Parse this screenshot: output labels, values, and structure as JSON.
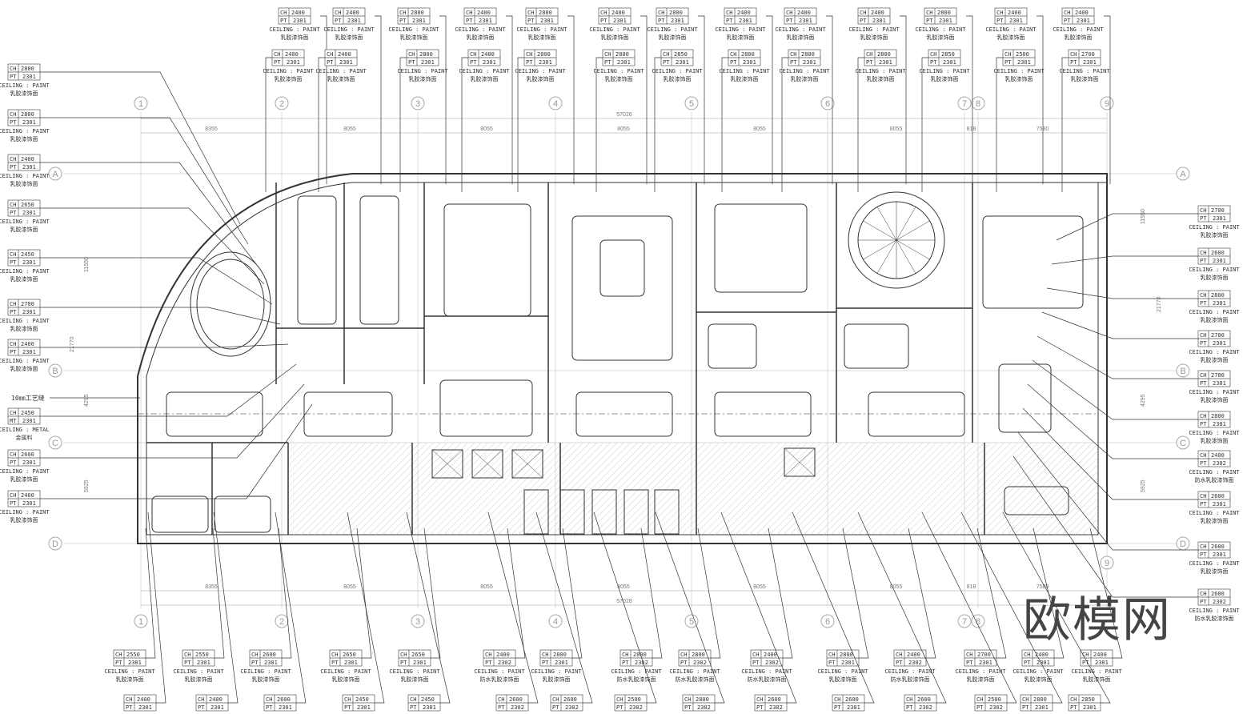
{
  "watermark": "欧模网",
  "colors": {
    "line": "#333333",
    "grid": "#bbbbbb",
    "hatch": "#cccccc"
  },
  "axes_columns": [
    "1",
    "2",
    "3",
    "4",
    "5",
    "6",
    "7",
    "8",
    "9"
  ],
  "axes_rows": [
    "A",
    "B",
    "C",
    "D"
  ],
  "dims_top": {
    "total": "57026",
    "segments": [
      "8355",
      "8055",
      "8055",
      "8055",
      "8055",
      "8055",
      "818",
      "7580"
    ]
  },
  "dims_bottom": {
    "total": "57028",
    "segments": [
      "8355",
      "8055",
      "8055",
      "8055",
      "8055",
      "8055",
      "818",
      "7580"
    ]
  },
  "dims_side": [
    "11550",
    "21770",
    "4295",
    "5925"
  ],
  "note_left": "10㎜工艺缝",
  "tags_top_1": [
    {
      "ch": "2400",
      "code": "PT",
      "num": "2301",
      "en": "CEILING : PAINT",
      "cn": "乳胶漆饰面"
    },
    {
      "ch": "2400",
      "code": "PT",
      "num": "2301",
      "en": "CEILING : PAINT",
      "cn": "乳胶漆饰面"
    },
    {
      "ch": "2800",
      "code": "PT",
      "num": "2301",
      "en": "CEILING : PAINT",
      "cn": "乳胶漆饰面"
    },
    {
      "ch": "2400",
      "code": "PT",
      "num": "2301",
      "en": "CEILING : PAINT",
      "cn": "乳胶漆饰面"
    },
    {
      "ch": "2800",
      "code": "PT",
      "num": "2301",
      "en": "CEILING : PAINT",
      "cn": "乳胶漆饰面"
    },
    {
      "ch": "2400",
      "code": "PT",
      "num": "2301",
      "en": "CEILING : PAINT",
      "cn": "乳胶漆饰面"
    },
    {
      "ch": "2800",
      "code": "PT",
      "num": "2301",
      "en": "CEILING : PAINT",
      "cn": "乳胶漆饰面"
    },
    {
      "ch": "2400",
      "code": "PT",
      "num": "2301",
      "en": "CEILING : PAINT",
      "cn": "乳胶漆饰面"
    },
    {
      "ch": "2400",
      "code": "PT",
      "num": "2301",
      "en": "CEILING : PAINT",
      "cn": "乳胶漆饰面"
    },
    {
      "ch": "2400",
      "code": "PT",
      "num": "2301",
      "en": "CEILING : PAINT",
      "cn": "乳胶漆饰面"
    },
    {
      "ch": "2800",
      "code": "PT",
      "num": "2301",
      "en": "CEILING : PAINT",
      "cn": "乳胶漆饰面"
    },
    {
      "ch": "2400",
      "code": "PT",
      "num": "2301",
      "en": "CEILING : PAINT",
      "cn": "乳胶漆饰面"
    },
    {
      "ch": "2400",
      "code": "PT",
      "num": "2301",
      "en": "CEILING : PAINT",
      "cn": "乳胶漆饰面"
    }
  ],
  "tags_top_2": [
    {
      "ch": "2400",
      "code": "PT",
      "num": "2301",
      "en": "CEILING : PAINT",
      "cn": "乳胶漆饰面"
    },
    {
      "ch": "2400",
      "code": "PT",
      "num": "2301",
      "en": "CEILING : PAINT",
      "cn": "乳胶漆饰面"
    },
    {
      "ch": "2800",
      "code": "PT",
      "num": "2301",
      "en": "CEILING : PAINT",
      "cn": "乳胶漆饰面"
    },
    {
      "ch": "2400",
      "code": "PT",
      "num": "2301",
      "en": "CEILING : PAINT",
      "cn": "乳胶漆饰面"
    },
    {
      "ch": "2800",
      "code": "PT",
      "num": "2301",
      "en": "CEILING : PAINT",
      "cn": "乳胶漆饰面"
    },
    {
      "ch": "2800",
      "code": "PT",
      "num": "2301",
      "en": "CEILING : PAINT",
      "cn": "乳胶漆饰面"
    },
    {
      "ch": "2850",
      "code": "PT",
      "num": "2301",
      "en": "CEILING : PAINT",
      "cn": "乳胶漆饰面"
    },
    {
      "ch": "2800",
      "code": "PT",
      "num": "2301",
      "en": "CEILING : PAINT",
      "cn": "乳胶漆饰面"
    },
    {
      "ch": "2800",
      "code": "PT",
      "num": "2301",
      "en": "CEILING : PAINT",
      "cn": "乳胶漆饰面"
    },
    {
      "ch": "2800",
      "code": "PT",
      "num": "2301",
      "en": "CEILING : PAINT",
      "cn": "乳胶漆饰面"
    },
    {
      "ch": "2850",
      "code": "PT",
      "num": "2301",
      "en": "CEILING : PAINT",
      "cn": "乳胶漆饰面"
    },
    {
      "ch": "2500",
      "code": "PT",
      "num": "2301",
      "en": "CEILING : PAINT",
      "cn": "乳胶漆饰面"
    },
    {
      "ch": "2700",
      "code": "PT",
      "num": "2301",
      "en": "CEILING : PAINT",
      "cn": "乳胶漆饰面"
    }
  ],
  "tags_left": [
    {
      "ch": "2800",
      "code": "PT",
      "num": "2301",
      "en": "CEILING : PAINT",
      "cn": "乳胶漆饰面"
    },
    {
      "ch": "2800",
      "code": "PT",
      "num": "2301",
      "en": "CEILING : PAINT",
      "cn": "乳胶漆饰面"
    },
    {
      "ch": "2400",
      "code": "PT",
      "num": "2301",
      "en": "CEILING : PAINT",
      "cn": "乳胶漆饰面"
    },
    {
      "ch": "2650",
      "code": "PT",
      "num": "2301",
      "en": "CEILING : PAINT",
      "cn": "乳胶漆饰面"
    },
    {
      "ch": "2450",
      "code": "PT",
      "num": "2301",
      "en": "CEILING : PAINT",
      "cn": "乳胶漆饰面"
    },
    {
      "ch": "2700",
      "code": "PT",
      "num": "2301",
      "en": "CEILING : PAINT",
      "cn": "乳胶漆饰面"
    },
    {
      "ch": "2400",
      "code": "PT",
      "num": "2301",
      "en": "CEILING : PAINT",
      "cn": "乳胶漆饰面"
    },
    {
      "ch": "2450",
      "code": "MT",
      "num": "2301",
      "en": "CEILING : METAL",
      "cn": "金属料"
    },
    {
      "ch": "2600",
      "code": "PT",
      "num": "2301",
      "en": "CEILING : PAINT",
      "cn": "乳胶漆饰面"
    },
    {
      "ch": "2400",
      "code": "PT",
      "num": "2301",
      "en": "CEILING : PAINT",
      "cn": "乳胶漆饰面"
    }
  ],
  "tags_right": [
    {
      "ch": "2700",
      "code": "PT",
      "num": "2301",
      "en": "CEILING : PAINT",
      "cn": "乳胶漆饰面"
    },
    {
      "ch": "2600",
      "code": "PT",
      "num": "2301",
      "en": "CEILING : PAINT",
      "cn": "乳胶漆饰面"
    },
    {
      "ch": "2800",
      "code": "PT",
      "num": "2301",
      "en": "CEILING : PAINT",
      "cn": "乳胶漆饰面"
    },
    {
      "ch": "2700",
      "code": "PT",
      "num": "2301",
      "en": "CEILING : PAINT",
      "cn": "乳胶漆饰面"
    },
    {
      "ch": "2700",
      "code": "PT",
      "num": "2301",
      "en": "CEILING : PAINT",
      "cn": "乳胶漆饰面"
    },
    {
      "ch": "2800",
      "code": "PT",
      "num": "2301",
      "en": "CEILING : PAINT",
      "cn": "乳胶漆饰面"
    },
    {
      "ch": "2400",
      "code": "PT",
      "num": "2302",
      "en": "CEILING : PAINT",
      "cn": "防水乳胶漆饰面"
    },
    {
      "ch": "2600",
      "code": "PT",
      "num": "2301",
      "en": "CEILING : PAINT",
      "cn": "乳胶漆饰面"
    },
    {
      "ch": "2600",
      "code": "PT",
      "num": "2301",
      "en": "CEILING : PAINT",
      "cn": "乳胶漆饰面"
    },
    {
      "ch": "2600",
      "code": "PT",
      "num": "2302",
      "en": "CEILING : PAINT",
      "cn": "防水乳胶漆饰面"
    }
  ],
  "tags_bottom_1": [
    {
      "ch": "2550",
      "code": "PT",
      "num": "2301",
      "en": "CEILING : PAINT",
      "cn": "乳胶漆饰面"
    },
    {
      "ch": "2550",
      "code": "PT",
      "num": "2301",
      "en": "CEILING : PAINT",
      "cn": "乳胶漆饰面"
    },
    {
      "ch": "2600",
      "code": "PT",
      "num": "2301",
      "en": "CEILING : PAINT",
      "cn": "乳胶漆饰面"
    },
    {
      "ch": "2650",
      "code": "PT",
      "num": "2301",
      "en": "CEILING : PAINT",
      "cn": "乳胶漆饰面"
    },
    {
      "ch": "2650",
      "code": "PT",
      "num": "2301",
      "en": "CEILING : PAINT",
      "cn": "乳胶漆饰面"
    },
    {
      "ch": "2400",
      "code": "PT",
      "num": "2302",
      "en": "CEILING : PAINT",
      "cn": "防水乳胶漆饰面"
    },
    {
      "ch": "2800",
      "code": "PT",
      "num": "2301",
      "en": "CEILING : PAINT",
      "cn": "乳胶漆饰面"
    },
    {
      "ch": "2800",
      "code": "PT",
      "num": "2302",
      "en": "CEILING : PAINT",
      "cn": "防水乳胶漆饰面"
    },
    {
      "ch": "2800",
      "code": "PT",
      "num": "2302",
      "en": "CEILING : PAINT",
      "cn": "防水乳胶漆饰面"
    },
    {
      "ch": "2400",
      "code": "PT",
      "num": "2302",
      "en": "CEILING : PAINT",
      "cn": "防水乳胶漆饰面"
    },
    {
      "ch": "2800",
      "code": "PT",
      "num": "2301",
      "en": "CEILING : PAINT",
      "cn": "乳胶漆饰面"
    },
    {
      "ch": "2400",
      "code": "PT",
      "num": "2302",
      "en": "CEILING : PAINT",
      "cn": "防水乳胶漆饰面"
    },
    {
      "ch": "2700",
      "code": "PT",
      "num": "2301",
      "en": "CEILING : PAINT",
      "cn": "乳胶漆饰面"
    },
    {
      "ch": "2400",
      "code": "PT",
      "num": "2301",
      "en": "CEILING : PAINT",
      "cn": "乳胶漆饰面"
    },
    {
      "ch": "2400",
      "code": "PT",
      "num": "2301",
      "en": "CEILING : PAINT",
      "cn": "乳胶漆饰面"
    }
  ],
  "tags_bottom_2": [
    {
      "ch": "2400",
      "code": "PT",
      "num": "2301"
    },
    {
      "ch": "2400",
      "code": "PT",
      "num": "2301"
    },
    {
      "ch": "2600",
      "code": "PT",
      "num": "2301"
    },
    {
      "ch": "2450",
      "code": "PT",
      "num": "2301"
    },
    {
      "ch": "2450",
      "code": "PT",
      "num": "2301"
    },
    {
      "ch": "2600",
      "code": "PT",
      "num": "2302"
    },
    {
      "ch": "2600",
      "code": "PT",
      "num": "2302"
    },
    {
      "ch": "2500",
      "code": "PT",
      "num": "2302"
    },
    {
      "ch": "2800",
      "code": "PT",
      "num": "2302"
    },
    {
      "ch": "2600",
      "code": "PT",
      "num": "2302"
    },
    {
      "ch": "2600",
      "code": "PT",
      "num": "2301"
    },
    {
      "ch": "2600",
      "code": "PT",
      "num": "2302"
    },
    {
      "ch": "2500",
      "code": "PT",
      "num": "2302"
    },
    {
      "ch": "2800",
      "code": "PT",
      "num": "2301"
    },
    {
      "ch": "2850",
      "code": "PT",
      "num": "2301"
    }
  ]
}
